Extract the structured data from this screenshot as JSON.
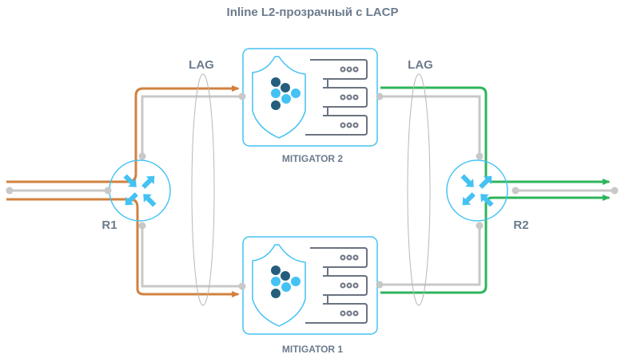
{
  "title": "Inline L2-прозрачный с LACP",
  "lag_labels": [
    "LAG",
    "LAG"
  ],
  "routers": [
    {
      "id": "R1",
      "label": "R1"
    },
    {
      "id": "R2",
      "label": "R2"
    }
  ],
  "mitigators": [
    {
      "id": "mitigator-2",
      "label": "MITIGATOR 2"
    },
    {
      "id": "mitigator-1",
      "label": "MITIGATOR 1"
    }
  ],
  "colors": {
    "incoming_traffic": "#d2813f",
    "clean_traffic": "#2db55d",
    "link": "#c8c8c8",
    "accent": "#44c2f3",
    "dark_dot": "#245e7c",
    "server": "#6b7380",
    "text": "#6b7b8c"
  },
  "icons": {
    "router": "router-icon",
    "mitigator": "shield-server-icon"
  }
}
